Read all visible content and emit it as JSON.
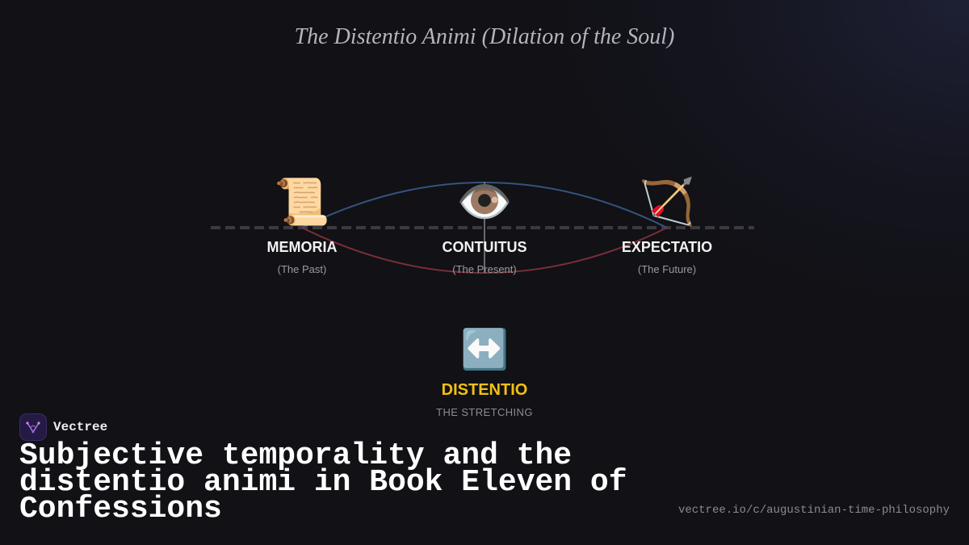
{
  "title": "The Distentio Animi (Dilation of the Soul)",
  "nodes": [
    {
      "icon": "scroll-icon",
      "glyph": "📜",
      "label": "MEMORIA",
      "sub": "(The Past)"
    },
    {
      "icon": "eye-icon",
      "glyph": "👁️",
      "label": "CONTUITUS",
      "sub": "(The Present)"
    },
    {
      "icon": "bow-and-arrow-icon",
      "glyph": "🏹",
      "label": "EXPECTATIO",
      "sub": "(The Future)"
    }
  ],
  "distentio": {
    "icon": "left-right-arrow-icon",
    "glyph": "↔️",
    "label": "DISTENTIO",
    "sub": "THE STRETCHING"
  },
  "colors": {
    "upper_arc": "#35537e",
    "lower_arc": "#7a2e36",
    "timeline": "#3a3a40",
    "distentio_label": "#f2c014"
  },
  "brand": {
    "name": "Vectree",
    "icon": "vectree-logo-icon"
  },
  "headline": "Subjective temporality and the distentio animi in Book Eleven of Confessions",
  "url": "vectree.io/c/augustinian-time-philosophy"
}
